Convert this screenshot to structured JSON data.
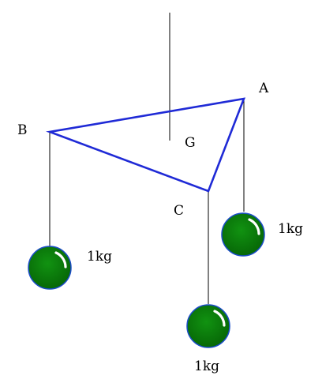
{
  "labels": {
    "A": "A",
    "B": "B",
    "C": "C",
    "G": "G"
  },
  "masses": [
    {
      "id": "mass-a",
      "text": "1kg"
    },
    {
      "id": "mass-b",
      "text": "1kg"
    },
    {
      "id": "mass-c",
      "text": "1kg"
    }
  ],
  "colors": {
    "triangle": "#1f2ad6",
    "ball_fill": "#0b7a0b",
    "ball_outline": "#1b4cc9",
    "thread": "#000000",
    "highlight": "#ffffff"
  }
}
